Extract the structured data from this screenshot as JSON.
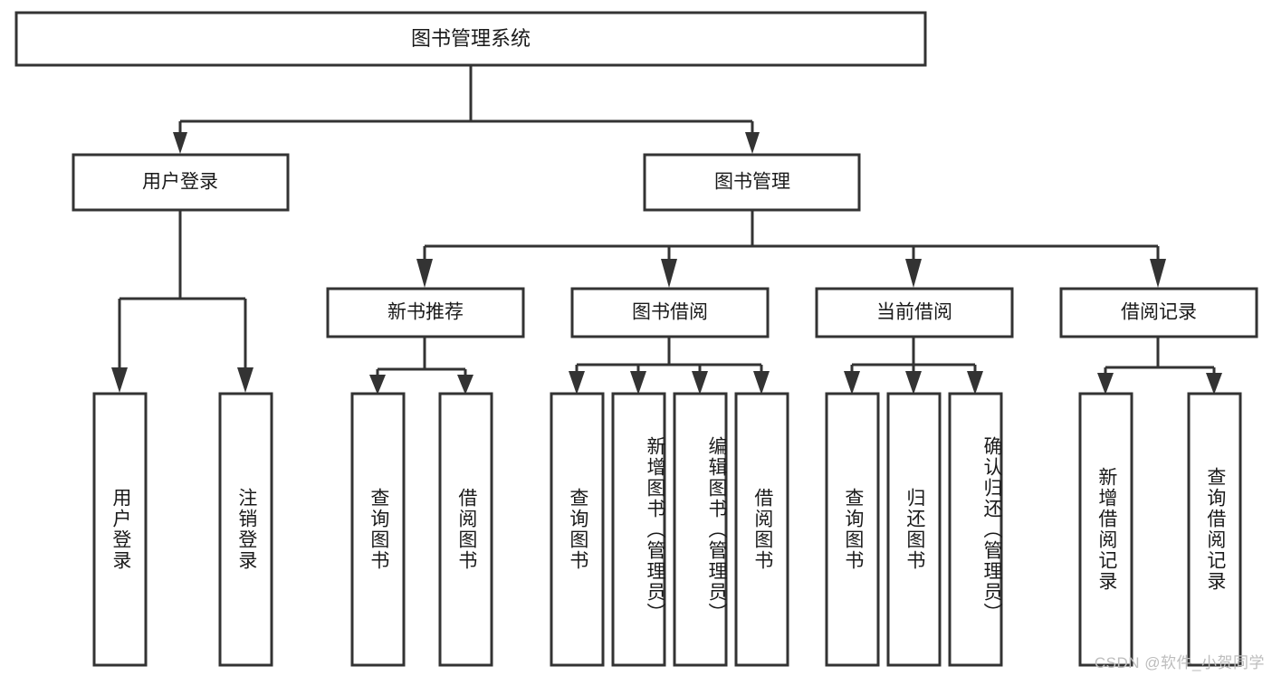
{
  "diagram": {
    "type": "tree",
    "title": "图书管理系统",
    "root": {
      "label": "图书管理系统"
    },
    "level2": [
      {
        "label": "用户登录"
      },
      {
        "label": "图书管理"
      }
    ],
    "level3": [
      {
        "label": "新书推荐"
      },
      {
        "label": "图书借阅"
      },
      {
        "label": "当前借阅"
      },
      {
        "label": "借阅记录"
      }
    ],
    "leaves": {
      "user_login": [
        {
          "label": "用户登录"
        },
        {
          "label": "注销登录"
        }
      ],
      "new_book_recommend": [
        {
          "label": "查询图书"
        },
        {
          "label": "借阅图书"
        }
      ],
      "book_borrow": [
        {
          "label": "查询图书"
        },
        {
          "label": "新增图书（管理员）"
        },
        {
          "label": "编辑图书（管理员）"
        },
        {
          "label": "借阅图书"
        }
      ],
      "current_borrow": [
        {
          "label": "查询图书"
        },
        {
          "label": "归还图书"
        },
        {
          "label": "确认归还（管理员）"
        }
      ],
      "borrow_record": [
        {
          "label": "新增借阅记录"
        },
        {
          "label": "查询借阅记录"
        }
      ]
    }
  },
  "watermark": {
    "text": "CSDN @软件_小贺同学"
  },
  "colors": {
    "stroke": "#333333",
    "fill": "#ffffff",
    "text": "#1a1a1a",
    "watermark": "#bdbdbd"
  }
}
